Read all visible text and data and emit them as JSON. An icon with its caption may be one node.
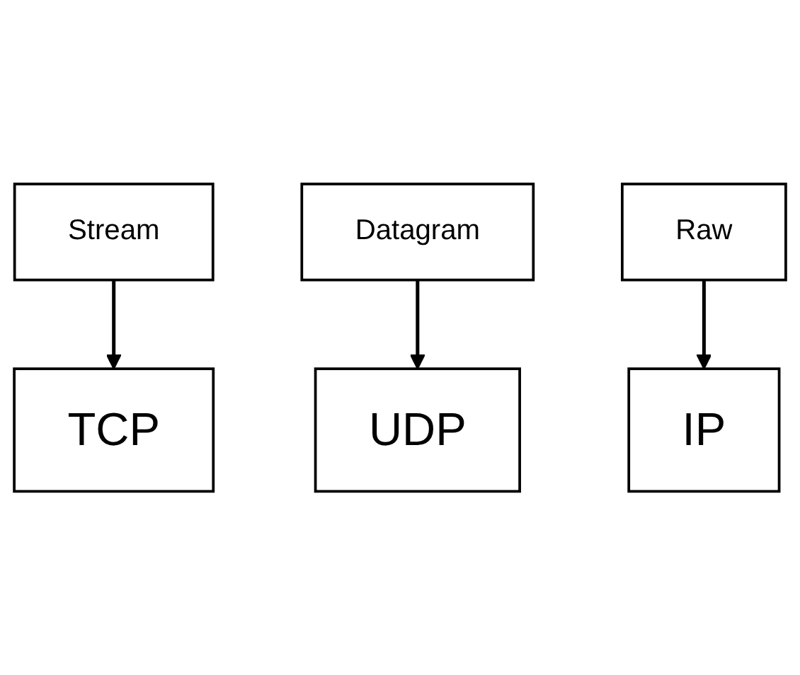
{
  "diagram": {
    "nodes": [
      {
        "text": [
          "Stream"
        ]
      },
      {
        "text": [
          "Datagram"
        ]
      },
      {
        "text": [
          "TCP"
        ]
      },
      {
        "text": [
          "UDP"
        ]
      },
      {
        "text": [
          "Raw"
        ]
      },
      {
        "text": [
          "IP"
        ]
      }
    ],
    "edges": [
      {
        "from": 0,
        "to": 2,
        "arrow": "to"
      },
      {
        "from": 1,
        "to": 3,
        "arrow": "to"
      },
      {
        "from": 4,
        "to": 5,
        "arrow": "to"
      }
    ]
  }
}
